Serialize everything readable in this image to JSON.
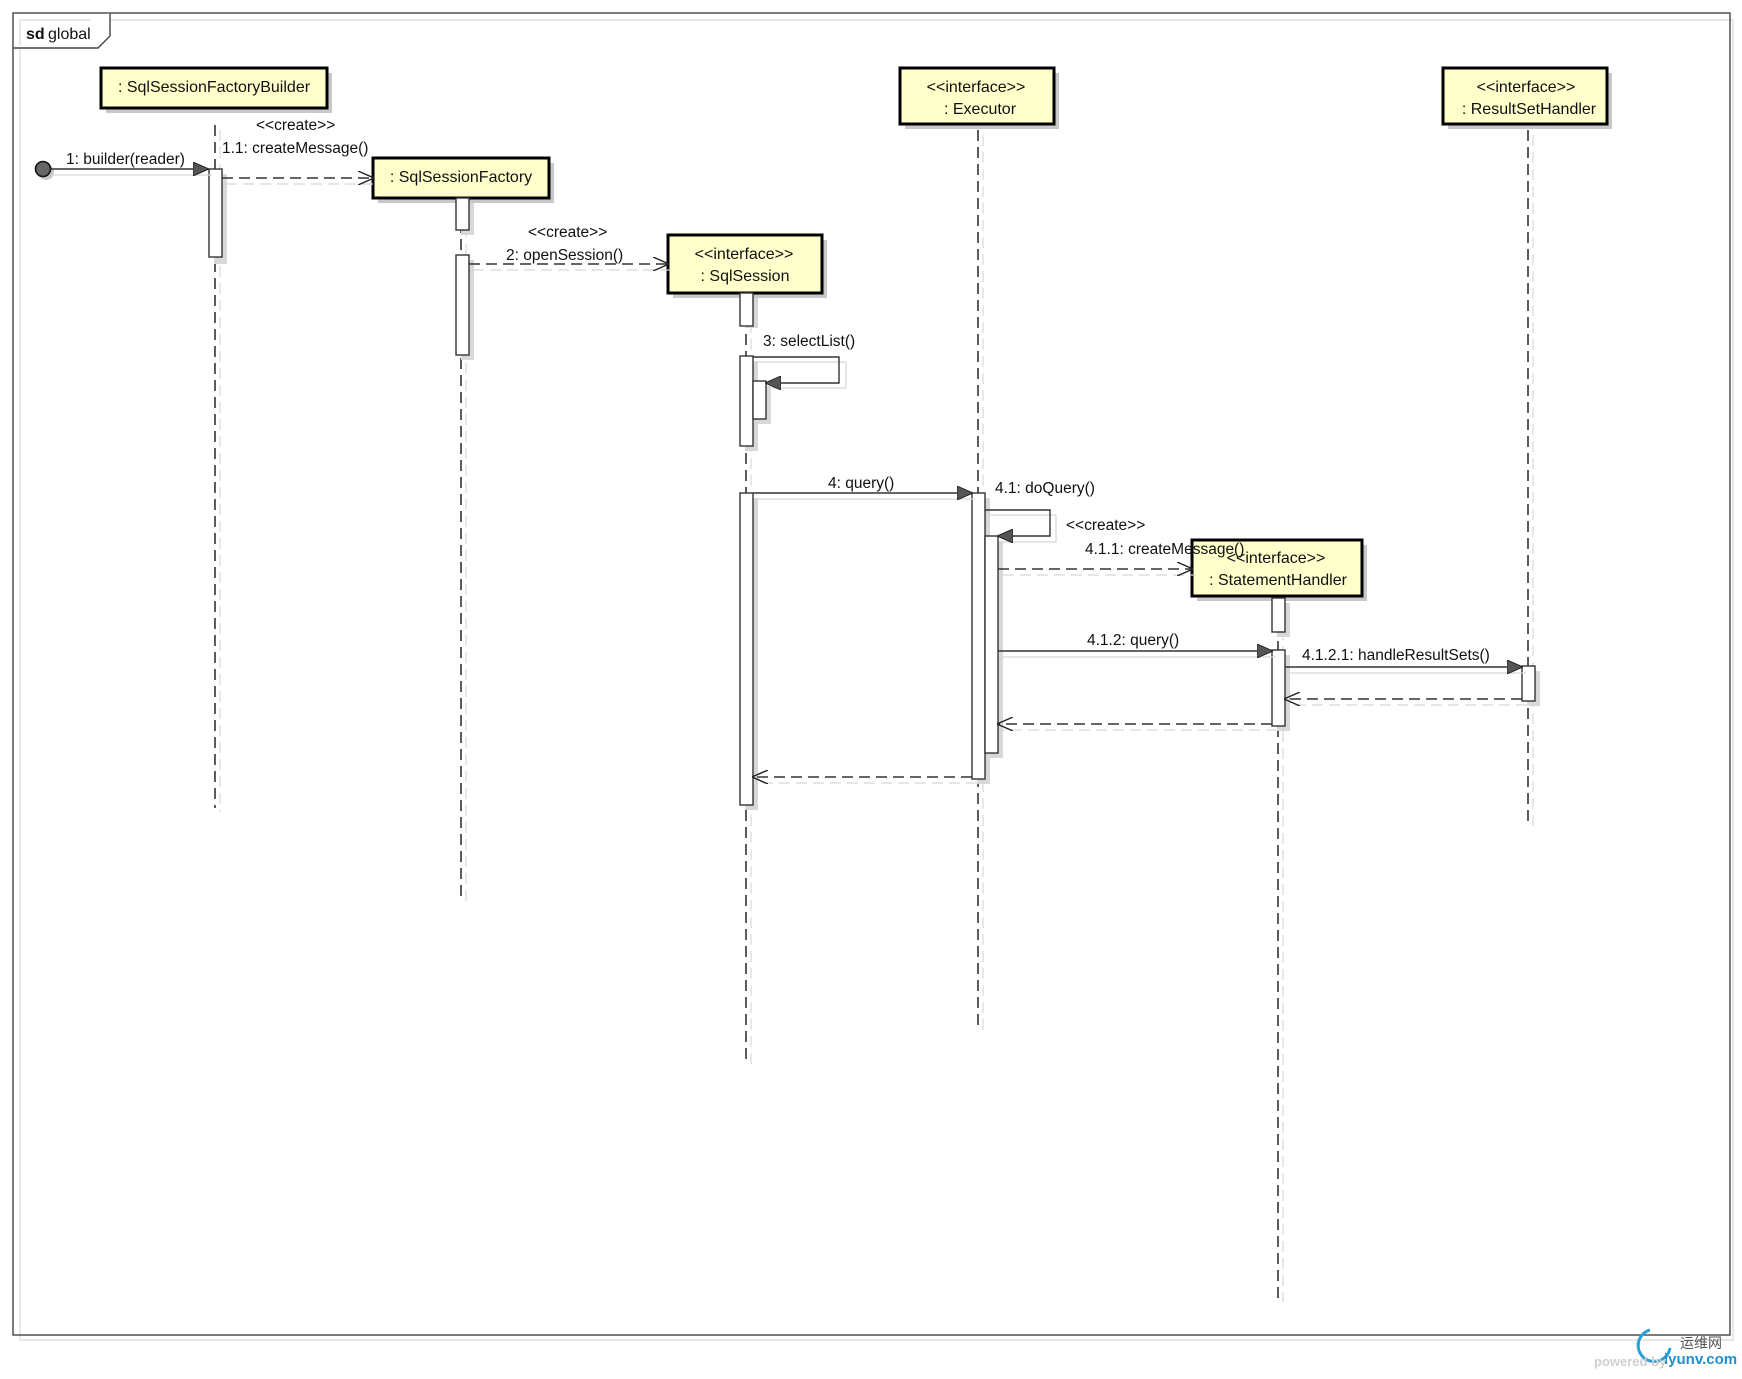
{
  "frame": {
    "keyword": "sd",
    "name": "global"
  },
  "lifelines": [
    {
      "id": "builder",
      "stereotype": "",
      "name": ": SqlSessionFactoryBuilder"
    },
    {
      "id": "factory",
      "stereotype": "",
      "name": ": SqlSessionFactory"
    },
    {
      "id": "session",
      "stereotype": "<<interface>>",
      "name": ": SqlSession"
    },
    {
      "id": "executor",
      "stereotype": "<<interface>>",
      "name": ": Executor"
    },
    {
      "id": "stmt",
      "stereotype": "<<interface>>",
      "name": ": StatementHandler"
    },
    {
      "id": "rsh",
      "stereotype": "<<interface>>",
      "name": ": ResultSetHandler"
    }
  ],
  "messages": [
    {
      "id": "m1",
      "label": "1: builder(reader)"
    },
    {
      "id": "m11",
      "stereotype": "<<create>>",
      "label": "1.1: createMessage()"
    },
    {
      "id": "m2",
      "stereotype": "<<create>>",
      "label": "2: openSession()"
    },
    {
      "id": "m3",
      "label": "3: selectList()"
    },
    {
      "id": "m4",
      "label": "4: query()"
    },
    {
      "id": "m41",
      "label": "4.1: doQuery()"
    },
    {
      "id": "m411",
      "stereotype": "<<create>>",
      "label": "4.1.1: createMessage()"
    },
    {
      "id": "m412",
      "label": "4.1.2: query()"
    },
    {
      "id": "m4121",
      "label": "4.1.2.1: handleResultSets()"
    }
  ],
  "watermark": {
    "site_cn": "运维网",
    "site": "iyunv.com",
    "powered": "powered by"
  }
}
